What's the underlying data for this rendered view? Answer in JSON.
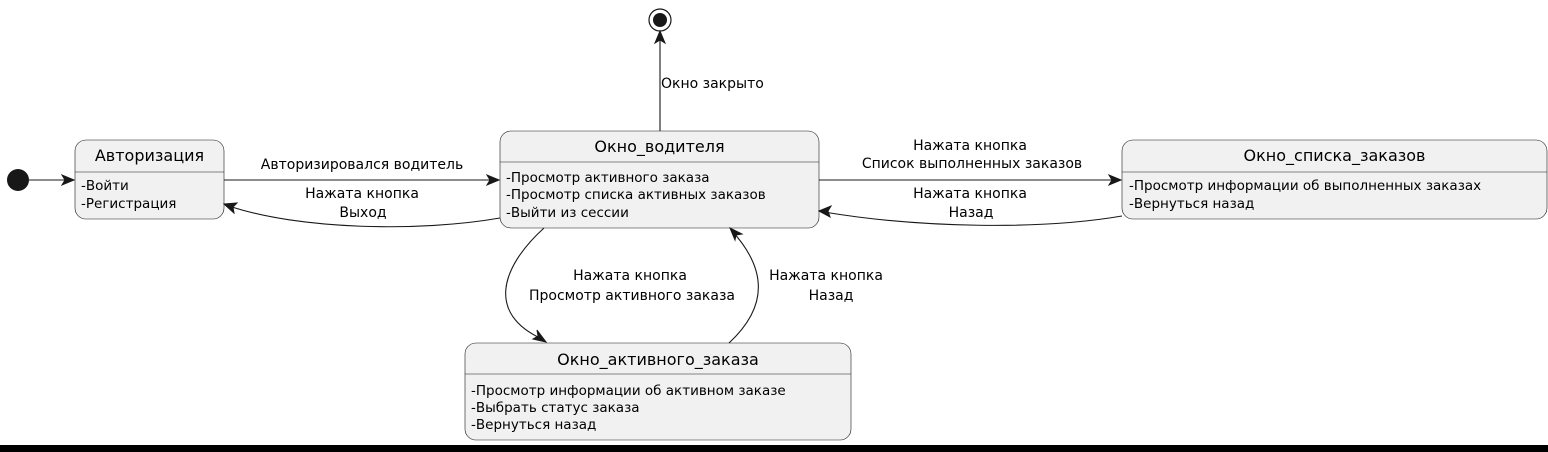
{
  "colors": {
    "state_fill": "#f1f1f1",
    "stroke": "#181818",
    "bottom_bar": "#000000"
  },
  "states": {
    "auth": {
      "title": "Авторизация",
      "items": [
        "-Войти",
        "-Регистрация"
      ]
    },
    "driver": {
      "title": "Окно_водителя",
      "items": [
        "-Просмотр активного заказа",
        "-Просмотр списка активных заказов",
        "-Выйти из сессии"
      ]
    },
    "orders": {
      "title": "Окно_списка_заказов",
      "items": [
        "-Просмотр информации об выполненных заказах",
        "-Вернуться назад"
      ]
    },
    "active": {
      "title": "Окно_активного_заказа",
      "items": [
        "-Просмотр информации об активном заказе",
        "-Выбрать статус заказа",
        "-Вернуться назад"
      ]
    }
  },
  "transitions": {
    "start_to_auth": [],
    "auth_to_driver": [
      "Авторизировался водитель"
    ],
    "driver_to_auth": [
      "Нажата кнопка",
      "Выход"
    ],
    "driver_to_final": [
      "Окно закрыто"
    ],
    "driver_to_orders": [
      "Нажата кнопка",
      "Список выполненных заказов"
    ],
    "orders_to_driver": [
      "Нажата кнопка",
      "Назад"
    ],
    "driver_to_active": [
      "Нажата кнопка",
      "Просмотр активного заказа"
    ],
    "active_to_driver": [
      "Нажата кнопка",
      "Назад"
    ]
  }
}
